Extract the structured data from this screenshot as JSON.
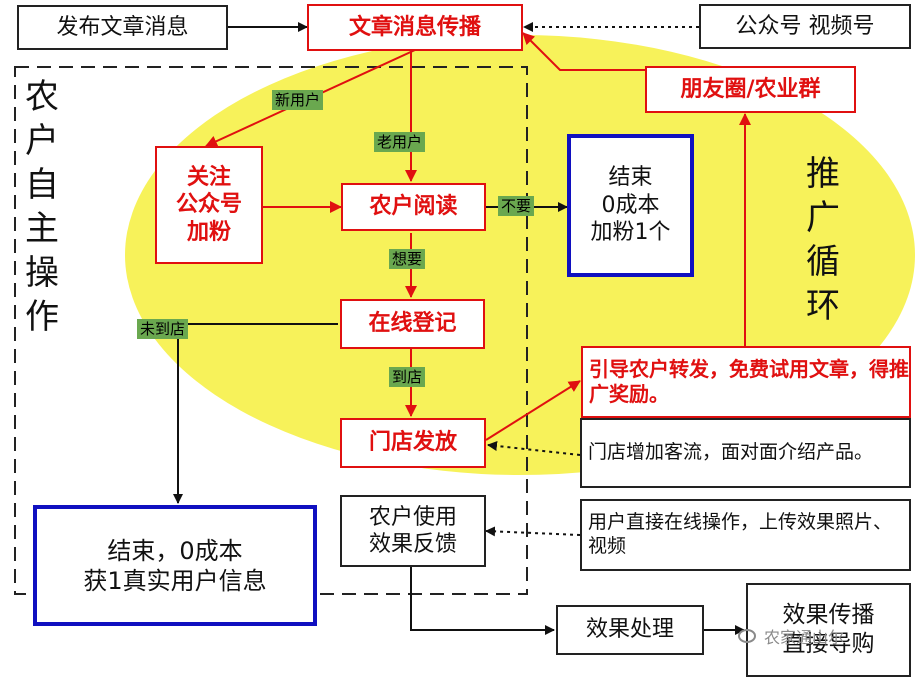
{
  "nodes": {
    "publish": "发布文章消息",
    "spread": "文章消息传播",
    "accounts": "公众号 视频号",
    "moments": "朋友圈/农业群",
    "follow": "关注\n公众号\n加粉",
    "read": "农户阅读",
    "end_zero": "结束\n0成本\n加粉1个",
    "register": "在线登记",
    "store": "门店发放",
    "guide": "引导农户转发，免费试用文章，得推广奖励。",
    "store_note": "门店增加客流，面对面介绍产品。",
    "usage": "农户使用\n效果反馈",
    "upload_note": "用户直接在线操作，上传效果照片、视频",
    "end_info": "结束，0成本\n获1真实用户信息",
    "process": "效果处理",
    "effect": "效果传播\n直接导购"
  },
  "tags": {
    "new_user": "新用户",
    "old_user": "老用户",
    "no_need": "不要",
    "want": "想要",
    "not_arrived": "未到店",
    "arrived": "到店"
  },
  "labels": {
    "self_operation": "农户自主操作",
    "promo_loop": "推广循环"
  },
  "watermark": "农家通山尔",
  "colors": {
    "highlight": "#f7f25a",
    "red": "#e01010",
    "blue": "#1010c0",
    "tag_green": "#6aa84f"
  }
}
